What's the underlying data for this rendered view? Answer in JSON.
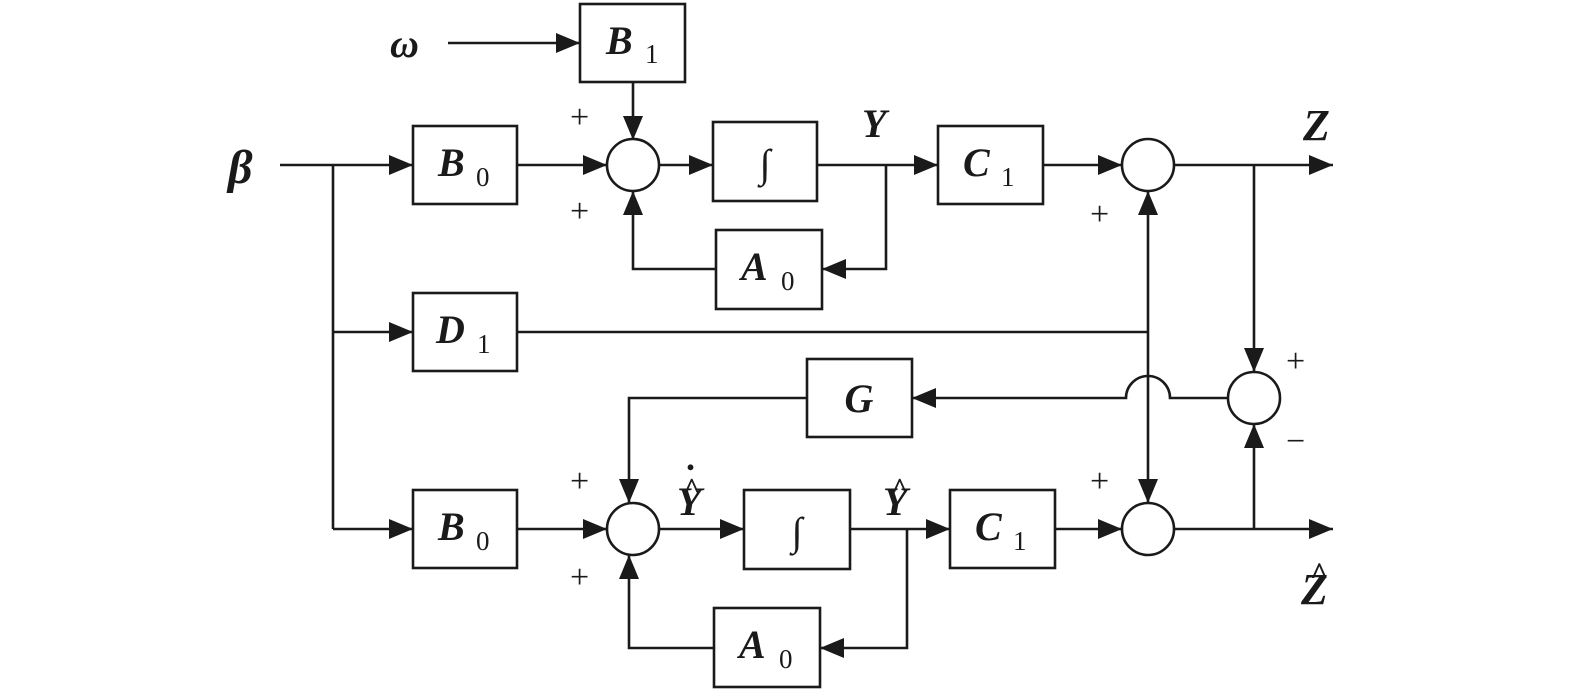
{
  "blocks": {
    "b1": {
      "main": "B",
      "sub": "1"
    },
    "b0_top": {
      "main": "B",
      "sub": "0"
    },
    "integrator_top": {
      "symbol": "∫"
    },
    "c1_top": {
      "main": "C",
      "sub": "1"
    },
    "a0_top": {
      "main": "A",
      "sub": "0"
    },
    "d1": {
      "main": "D",
      "sub": "1"
    },
    "g": {
      "main": "G"
    },
    "b0_bottom": {
      "main": "B",
      "sub": "0"
    },
    "integrator_bottom": {
      "symbol": "∫"
    },
    "c1_bottom": {
      "main": "C",
      "sub": "1"
    },
    "a0_bottom": {
      "main": "A",
      "sub": "0"
    }
  },
  "signals": {
    "omega": "ω",
    "beta": "β",
    "y": "Y",
    "z": "Z",
    "y_hat": "Y",
    "y_hat_dot": "Y",
    "z_hat": "Z",
    "hat_mark": "^",
    "dot_mark": "."
  },
  "signs": {
    "plus": "+",
    "minus": "−"
  }
}
